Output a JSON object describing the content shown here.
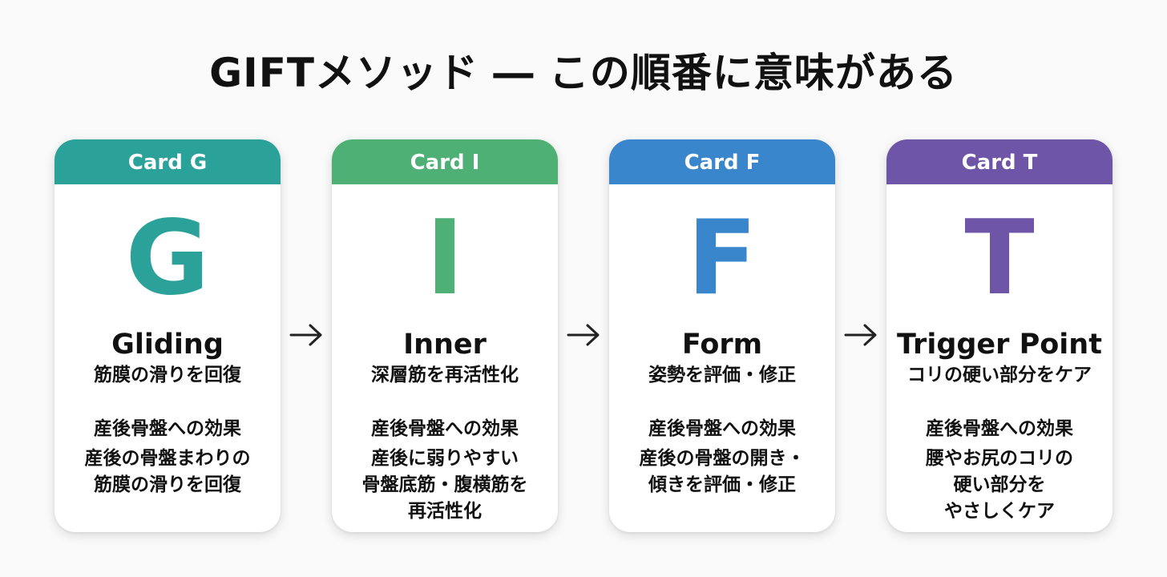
{
  "title": "GIFTメソッド ― この順番に意味がある",
  "colors": {
    "teal": "#2aa199",
    "green": "#4fb075",
    "blue": "#3a86cc",
    "purple": "#6e55a8"
  },
  "cards": [
    {
      "header": "Card G",
      "letter": "G",
      "name": "Gliding",
      "subtitle": "筋膜の滑りを回復",
      "effect_title": "産後骨盤への効果",
      "effect_lines": [
        "産後の骨盤まわりの",
        "筋膜の滑りを回復"
      ]
    },
    {
      "header": "Card I",
      "letter": "I",
      "name": "Inner",
      "subtitle": "深層筋を再活性化",
      "effect_title": "産後骨盤への効果",
      "effect_lines": [
        "産後に弱りやすい",
        "骨盤底筋・腹横筋を",
        "再活性化"
      ]
    },
    {
      "header": "Card F",
      "letter": "F",
      "name": "Form",
      "subtitle": "姿勢を評価・修正",
      "effect_title": "産後骨盤への効果",
      "effect_lines": [
        "産後の骨盤の開き・",
        "傾きを評価・修正"
      ]
    },
    {
      "header": "Card T",
      "letter": "T",
      "name": "Trigger Point",
      "subtitle": "コリの硬い部分をケア",
      "effect_title": "産後骨盤への効果",
      "effect_lines": [
        "腰やお尻のコリの",
        "硬い部分を",
        "やさしくケア"
      ]
    }
  ]
}
